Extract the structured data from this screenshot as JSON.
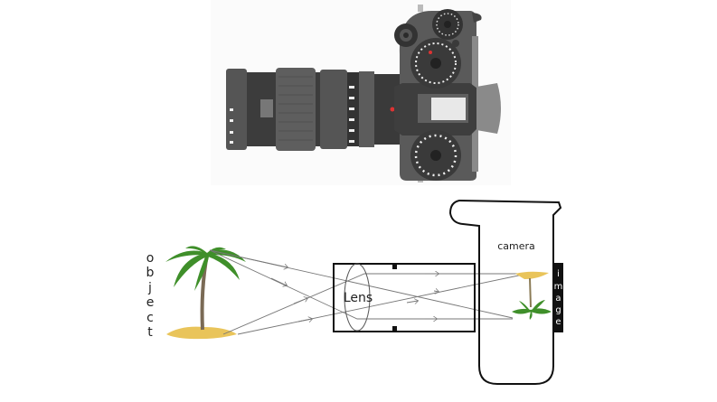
{
  "diagram": {
    "object_label": [
      "o",
      "b",
      "j",
      "e",
      "c",
      "t"
    ],
    "lens_label": "Lens",
    "camera_label": "camera",
    "image_label": [
      "i",
      "m",
      "a",
      "g",
      "e"
    ]
  },
  "colors": {
    "camera_body": "#5a5a5a",
    "camera_dark": "#3a3a3a",
    "palm_green": "#3f8f2a",
    "sand": "#e9c45a",
    "ray": "#777777"
  }
}
